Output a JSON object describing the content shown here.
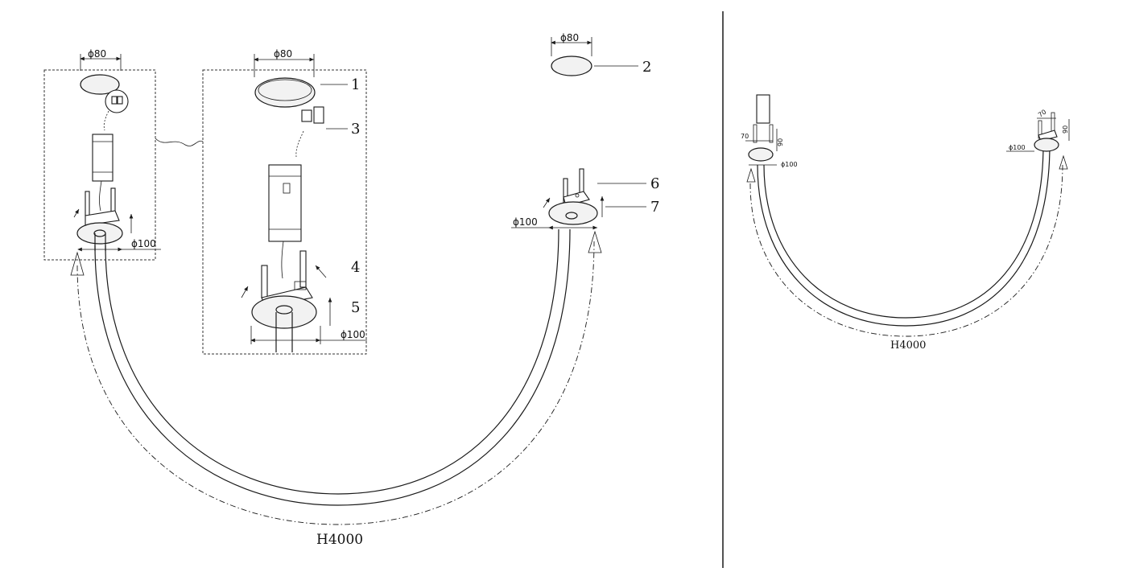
{
  "main_view": {
    "parts": [
      "1",
      "2",
      "3",
      "4",
      "5",
      "6",
      "7"
    ],
    "dims": {
      "cap_left": "ϕ80",
      "cap_detail": "ϕ80",
      "cap_top": "ϕ80",
      "base_left": "ϕ100",
      "base_detail": "ϕ100",
      "base_right": "ϕ100"
    },
    "length_label": "H4000"
  },
  "side_view": {
    "dims": {
      "width_left": "70",
      "height_left": "90",
      "base_left": "ϕ100",
      "width_right": "70",
      "height_right": "90",
      "base_right": "ϕ100"
    },
    "length_label": "H4000"
  }
}
